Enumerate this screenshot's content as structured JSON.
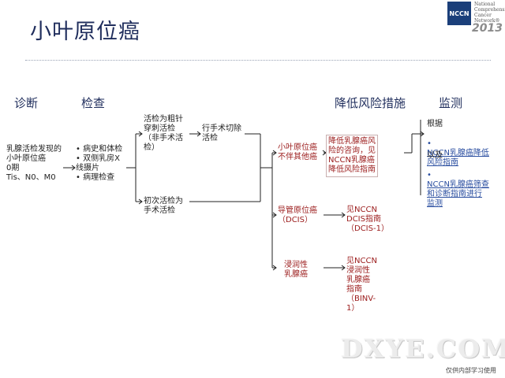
{
  "header": {
    "title": "小叶原位癌",
    "logo_abbr": "NCCN",
    "logo_text": "National\nComprehensive\nCancer\nNetwork®",
    "year": "2013"
  },
  "columns": {
    "diagnosis": "诊断",
    "workup": "检查",
    "risk_reduction": "降低风险措施",
    "surveillance": "监测"
  },
  "nodes": {
    "diagnosis_text": "乳腺活检发现的\n小叶原位癌\n0期\nTis、N0、M0",
    "workup_text": "• 病史和体检\n• 双侧乳房X\n  线摄片\n• 病理检查",
    "core_biopsy": "活检为粗针\n穿刺活检\n（非手术活\n检）",
    "excision": "行手术切除\n活检",
    "initial_surgical": "初次活检为\n手术活检",
    "lcis_only": "小叶原位癌\n不伴其他癌",
    "dcis": "导管原位癌\n（DCIS）",
    "invasive": "浸润性\n乳腺癌",
    "risk_reduction_text": "降低乳腺癌风\n险的咨询，见\nNCCN乳腺癌\n降低风险指南",
    "see_dcis": "见NCCN\nDCIS指南\n（DCIS-1）",
    "see_invasive": "见NCCN\n浸润性\n乳腺癌\n指南\n（BINV-\n1）"
  },
  "surveillance": {
    "basis": "根据",
    "link1": "NCCN乳腺癌降低\n风险指南",
    "and": "以及",
    "link2": "NCCN乳腺癌筛查\n和诊断指南进行\n监测"
  },
  "footer": {
    "watermark": "DXYE.COM",
    "note": "仅供内部学习使用"
  }
}
